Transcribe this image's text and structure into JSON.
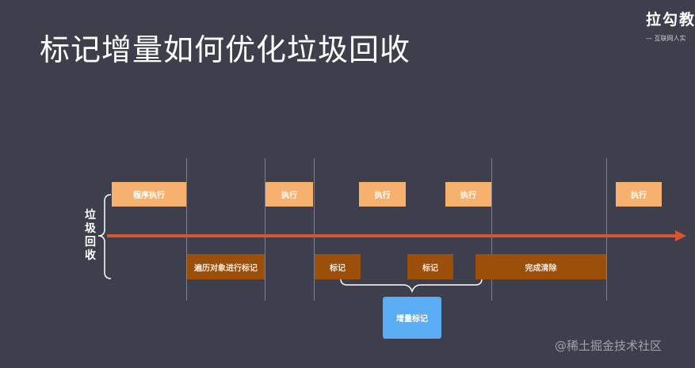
{
  "title": "标记增量如何优化垃圾回收",
  "logo": {
    "mark": "拉勾教",
    "sub": "— 互联网人实"
  },
  "axis_label": [
    "垃",
    "圾",
    "回",
    "收"
  ],
  "exec_boxes": [
    {
      "id": "program-exec",
      "label": "程序执行"
    },
    {
      "id": "exec-1",
      "label": "执行"
    },
    {
      "id": "exec-2",
      "label": "执行"
    },
    {
      "id": "exec-3",
      "label": "执行"
    },
    {
      "id": "exec-4",
      "label": "执行"
    }
  ],
  "gc_boxes": [
    {
      "id": "traverse-mark",
      "label": "遍历对象进行标记"
    },
    {
      "id": "mark-1",
      "label": "标记"
    },
    {
      "id": "mark-2",
      "label": "标记"
    },
    {
      "id": "complete-clear",
      "label": "完成清除"
    }
  ],
  "incremental_label": "增量标记",
  "watermark": "@稀土掘金技术社区",
  "colors": {
    "background": "#3d3f4c",
    "exec": "#f5b16d",
    "gc": "#9b4f09",
    "arrow": "#d9552f",
    "incremental": "#5aadf4"
  }
}
